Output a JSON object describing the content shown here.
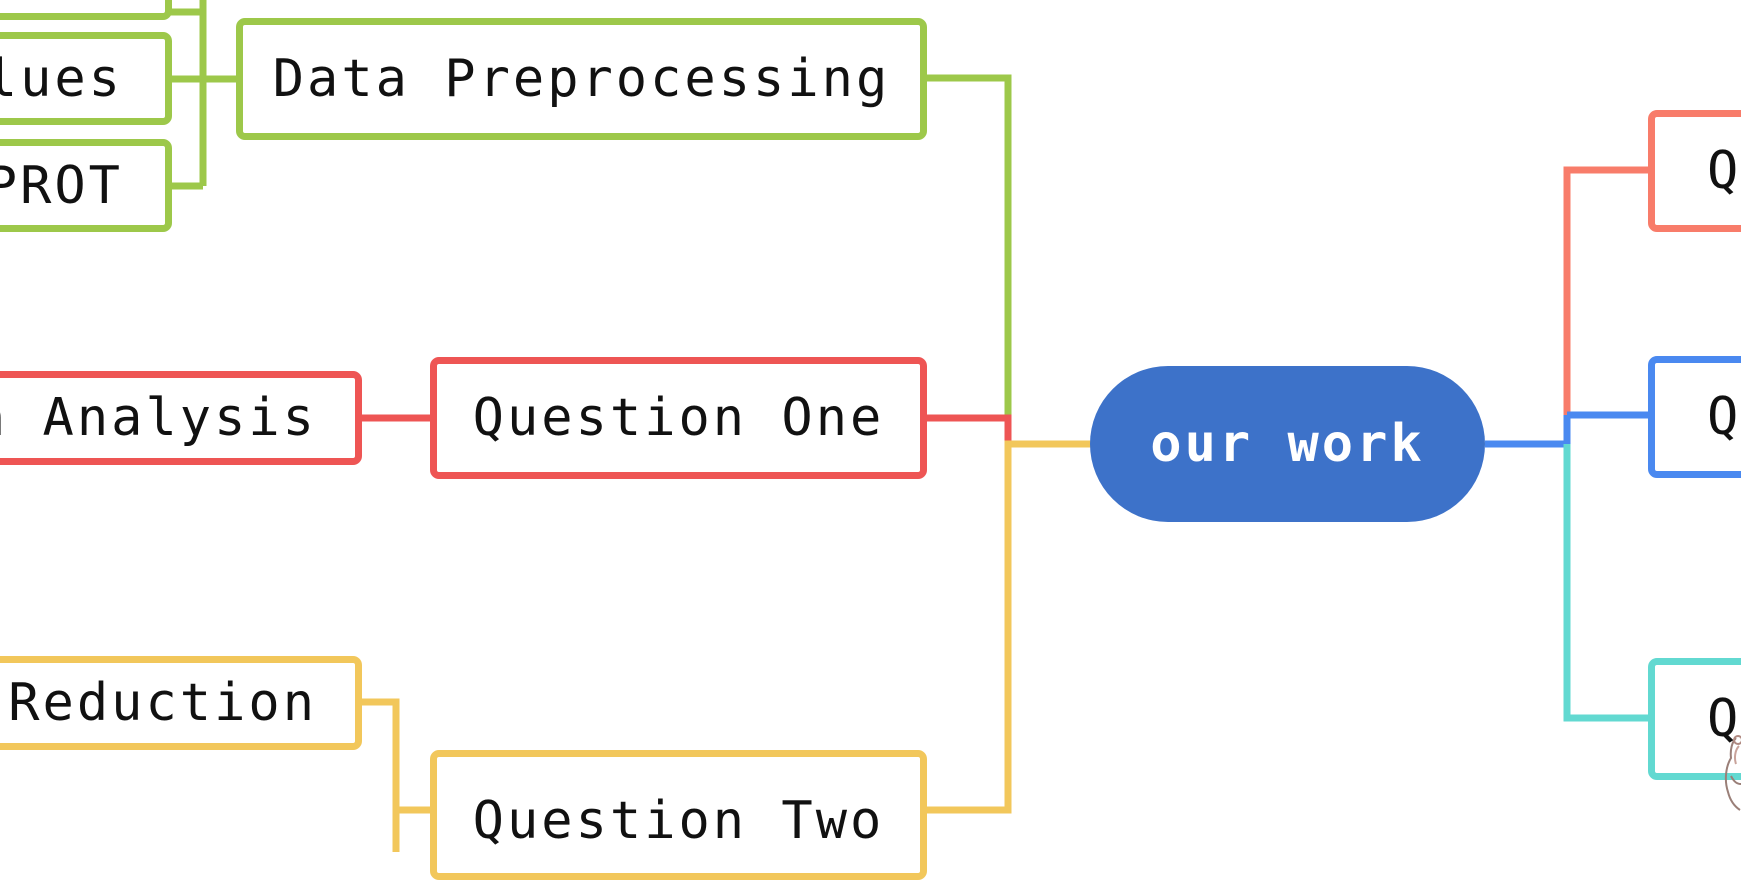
{
  "colors": {
    "green": "#9DC84A",
    "red": "#EE5554",
    "yellow": "#F2C75B",
    "coral": "#F87C6A",
    "blue": "#4A89F0",
    "teal": "#62D9D1",
    "root_fill": "#3D72C9"
  },
  "mindmap": {
    "root": {
      "label": "our work"
    },
    "left_branches": [
      {
        "label": "Data Preprocessing",
        "color": "green",
        "children": [
          "",
          "lues",
          "PROT"
        ]
      },
      {
        "label": "Question One",
        "color": "red",
        "children": [
          "n Analysis"
        ]
      },
      {
        "label": "Question Two",
        "color": "yellow",
        "children": [
          "Reduction"
        ]
      }
    ],
    "right_branches": [
      {
        "label": "Qu",
        "color": "coral"
      },
      {
        "label": "Qu",
        "color": "blue"
      },
      {
        "label": "Qu",
        "color": "teal"
      }
    ]
  }
}
